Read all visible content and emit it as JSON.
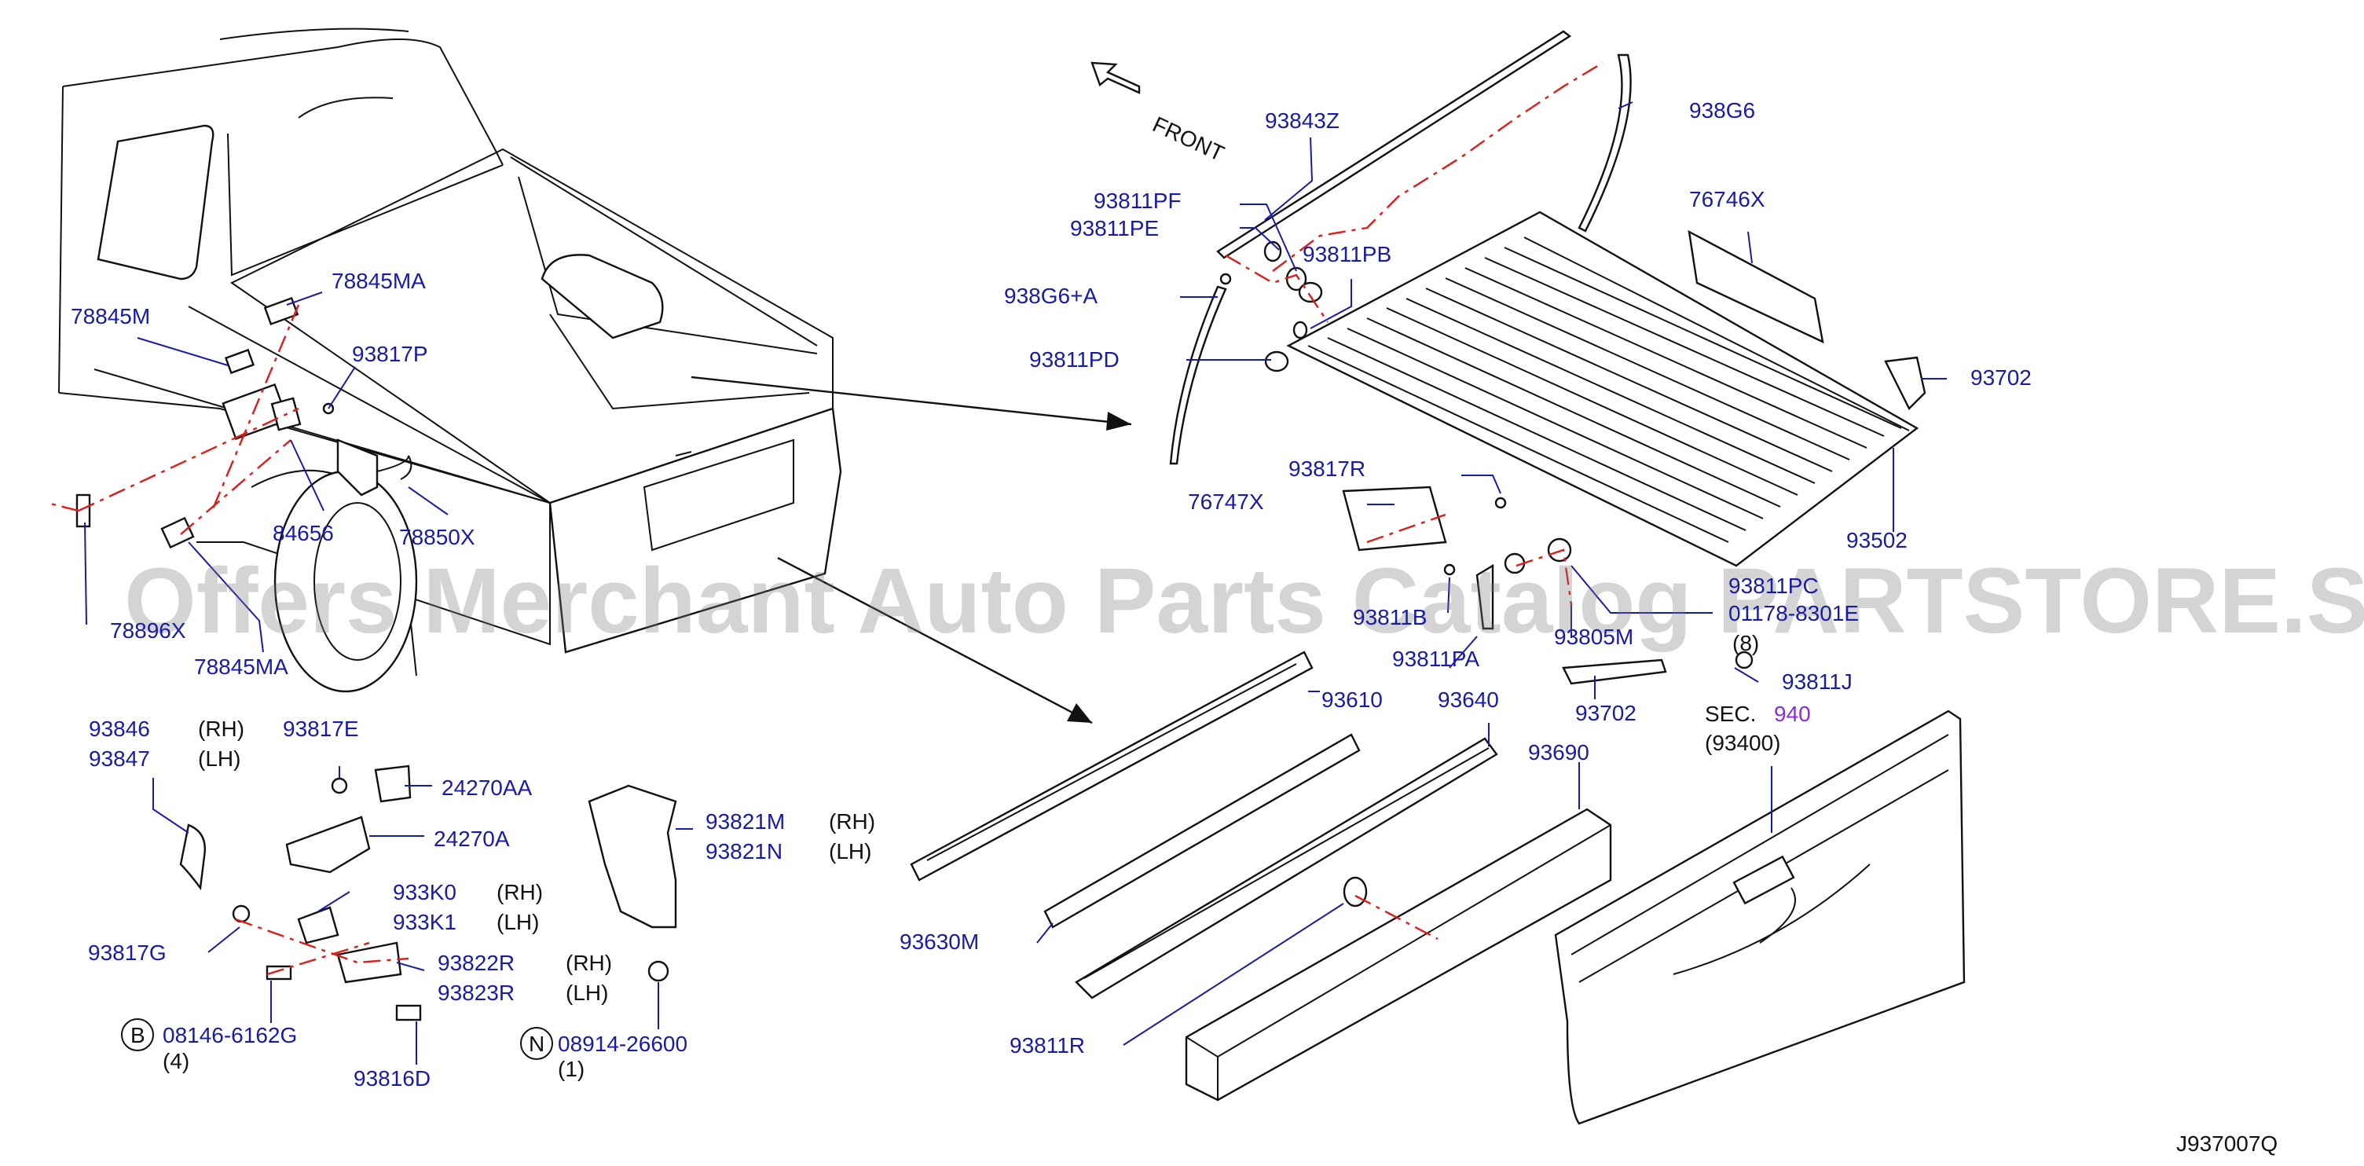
{
  "labels": {
    "l78845M": "78845M",
    "l78845MA_top": "78845MA",
    "l93817P": "93817P",
    "l84656": "84656",
    "l78850X": "78850X",
    "l788x6X": "78896X",
    "l78845MA_bot": "78845MA",
    "l93843Z": "93843Z",
    "l938G6": "938G6",
    "front": "FRONT",
    "l93811PF": "93811PF",
    "l93811PE": "93811PE",
    "l93811PB": "93811PB",
    "l938G6A": "938G6+A",
    "l93811PD": "93811PD",
    "l76746X": "76746X",
    "l93702_top": "93702",
    "l93817R": "93817R",
    "l76747X": "76747X",
    "l93502": "93502",
    "l93811PC": "93811PC",
    "l01": "01178-8301E",
    "l8": "(8)",
    "l938115": "93811B",
    "l93811PA": "93811PA",
    "l93805M": "93805M",
    "l93811J": "93811J",
    "l93702_bot": "93702",
    "sec": "SEC.",
    "sec_num": "940",
    "sec_sub": "(93400)",
    "l93610": "93610",
    "l93640": "93640",
    "l93690": "93690",
    "l93630M": "93630M",
    "l93811R": "93811R",
    "l93846": "93846",
    "rh1": "(RH)",
    "l93847": "93847",
    "lh1": "(LH)",
    "l93817E": "93817E",
    "l24270AA": "24270AA",
    "l24270A": "24270A",
    "l933K0": "933K0",
    "rh2": "(RH)",
    "l933K1": "933K1",
    "lh2": "(LH)",
    "l93817G": "93817G",
    "l93822R": "93822R",
    "rh3": "(RH)",
    "l93823R": "93823R",
    "lh3": "(LH)",
    "b_mark": "B",
    "l08146": "08146-6162G",
    "q4": "(4)",
    "l93816D": "93816D",
    "l93821M": "93821M",
    "rh4": "(RH)",
    "l93821N": "93821N",
    "lh4": "(LH)",
    "n_mark": "N",
    "l08914": "08914-26600",
    "q1": "(1)",
    "code": "J937007Q"
  },
  "watermark": "Offers Merchant Auto Parts Catalog PARTSTORE.SA",
  "colors": {
    "label": "#1a1aa8",
    "leader_red": "#e01b1b",
    "section_ref": "#8a2be2",
    "line": "#111111"
  }
}
